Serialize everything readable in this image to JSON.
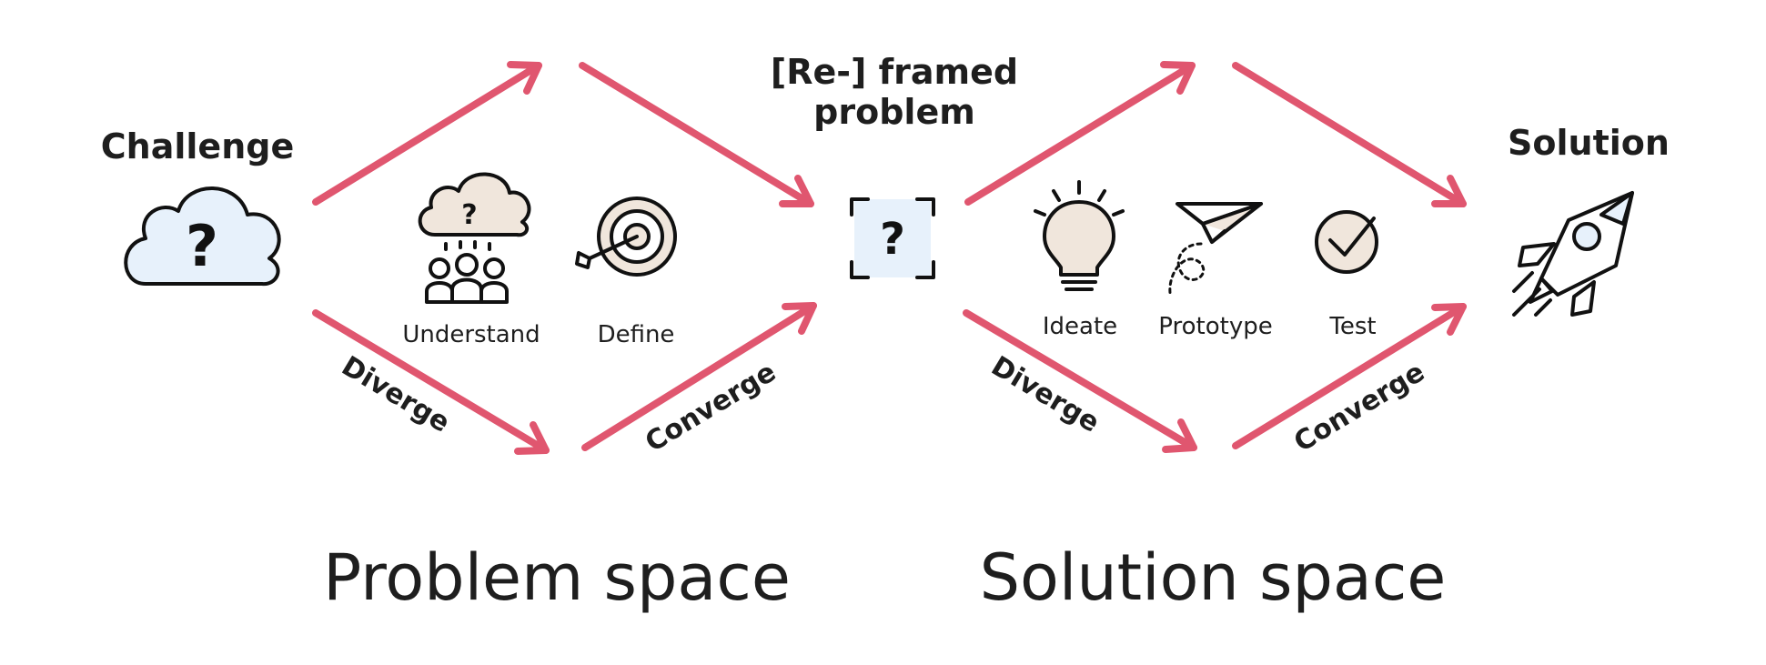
{
  "colors": {
    "arrow": "#e0566f",
    "ink": "#111111",
    "light_blue_fill": "#e7f1fb",
    "beige_fill": "#f0e6dc",
    "text": "#1e1e1e"
  },
  "nodes": {
    "challenge": {
      "label": "Challenge",
      "icon": "cloud-question-icon"
    },
    "reframed": {
      "label_line1": "[Re-] framed",
      "label_line2": "problem",
      "icon": "bracketed-question-icon"
    },
    "solution": {
      "label": "Solution",
      "icon": "rocket-icon"
    }
  },
  "problem_space": {
    "label": "Problem space",
    "diverge_label": "Diverge",
    "converge_label": "Converge",
    "steps": [
      {
        "label": "Understand",
        "icon": "people-question-cloud-icon"
      },
      {
        "label": "Define",
        "icon": "target-arrow-icon"
      }
    ]
  },
  "solution_space": {
    "label": "Solution space",
    "diverge_label": "Diverge",
    "converge_label": "Converge",
    "steps": [
      {
        "label": "Ideate",
        "icon": "lightbulb-icon"
      },
      {
        "label": "Prototype",
        "icon": "paper-plane-icon"
      },
      {
        "label": "Test",
        "icon": "checkmark-circle-icon"
      }
    ]
  }
}
